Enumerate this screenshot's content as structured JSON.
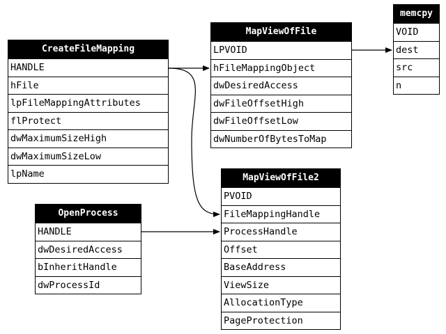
{
  "tables": {
    "create_file_mapping": {
      "title": "CreateFileMapping",
      "fields": [
        "HANDLE",
        "hFile",
        "lpFileMappingAttributes",
        "flProtect",
        "dwMaximumSizeHigh",
        "dwMaximumSizeLow",
        "lpName"
      ]
    },
    "map_view_of_file": {
      "title": "MapViewOfFile",
      "fields": [
        "LPVOID",
        "hFileMappingObject",
        "dwDesiredAccess",
        "dwFileOffsetHigh",
        "dwFileOffsetLow",
        "dwNumberOfBytesToMap"
      ]
    },
    "memcpy": {
      "title": "memcpy",
      "fields": [
        "VOID",
        "dest",
        "src",
        "n"
      ]
    },
    "open_process": {
      "title": "OpenProcess",
      "fields": [
        "HANDLE",
        "dwDesiredAccess",
        "bInheritHandle",
        "dwProcessId"
      ]
    },
    "map_view_of_file2": {
      "title": "MapViewOfFile2",
      "fields": [
        "PVOID",
        "FileMappingHandle",
        "ProcessHandle",
        "Offset",
        "BaseAddress",
        "ViewSize",
        "AllocationType",
        "PageProtection"
      ]
    }
  }
}
